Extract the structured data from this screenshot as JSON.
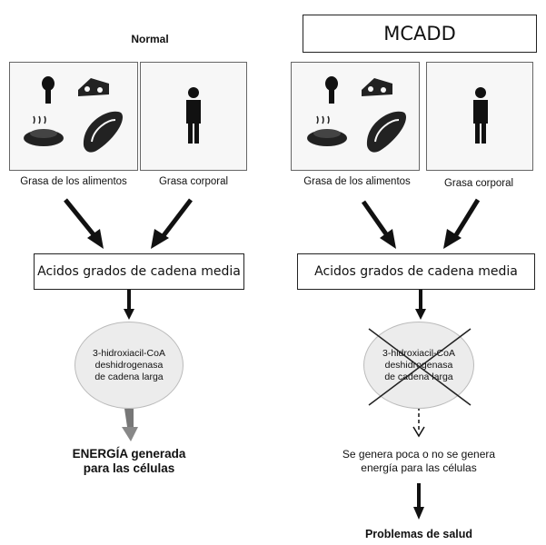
{
  "left": {
    "title": "Normal",
    "food_label": "Grasa de los alimentos",
    "body_label": "Grasa corporal",
    "acids_label": "Acidos grados de cadena media",
    "enzyme_line1": "3-hidroxiacil-CoA",
    "enzyme_line2": "deshidrogenasa",
    "enzyme_line3": "de cadena larga",
    "result_line1": "ENERGÍA generada",
    "result_line2": "para las células"
  },
  "right": {
    "title": "MCADD",
    "food_label": "Grasa de los alimentos",
    "body_label": "Grasa corporal",
    "acids_label": "Acidos grados de cadena media",
    "enzyme_line1": "3-hidroxiacil-CoA",
    "enzyme_line2": "deshidrogenasa",
    "enzyme_line3": "de cadena larga",
    "outcome_line1": "Se genera poca o no se genera",
    "outcome_line2": "energía para las células",
    "final": "Problemas de salud"
  }
}
